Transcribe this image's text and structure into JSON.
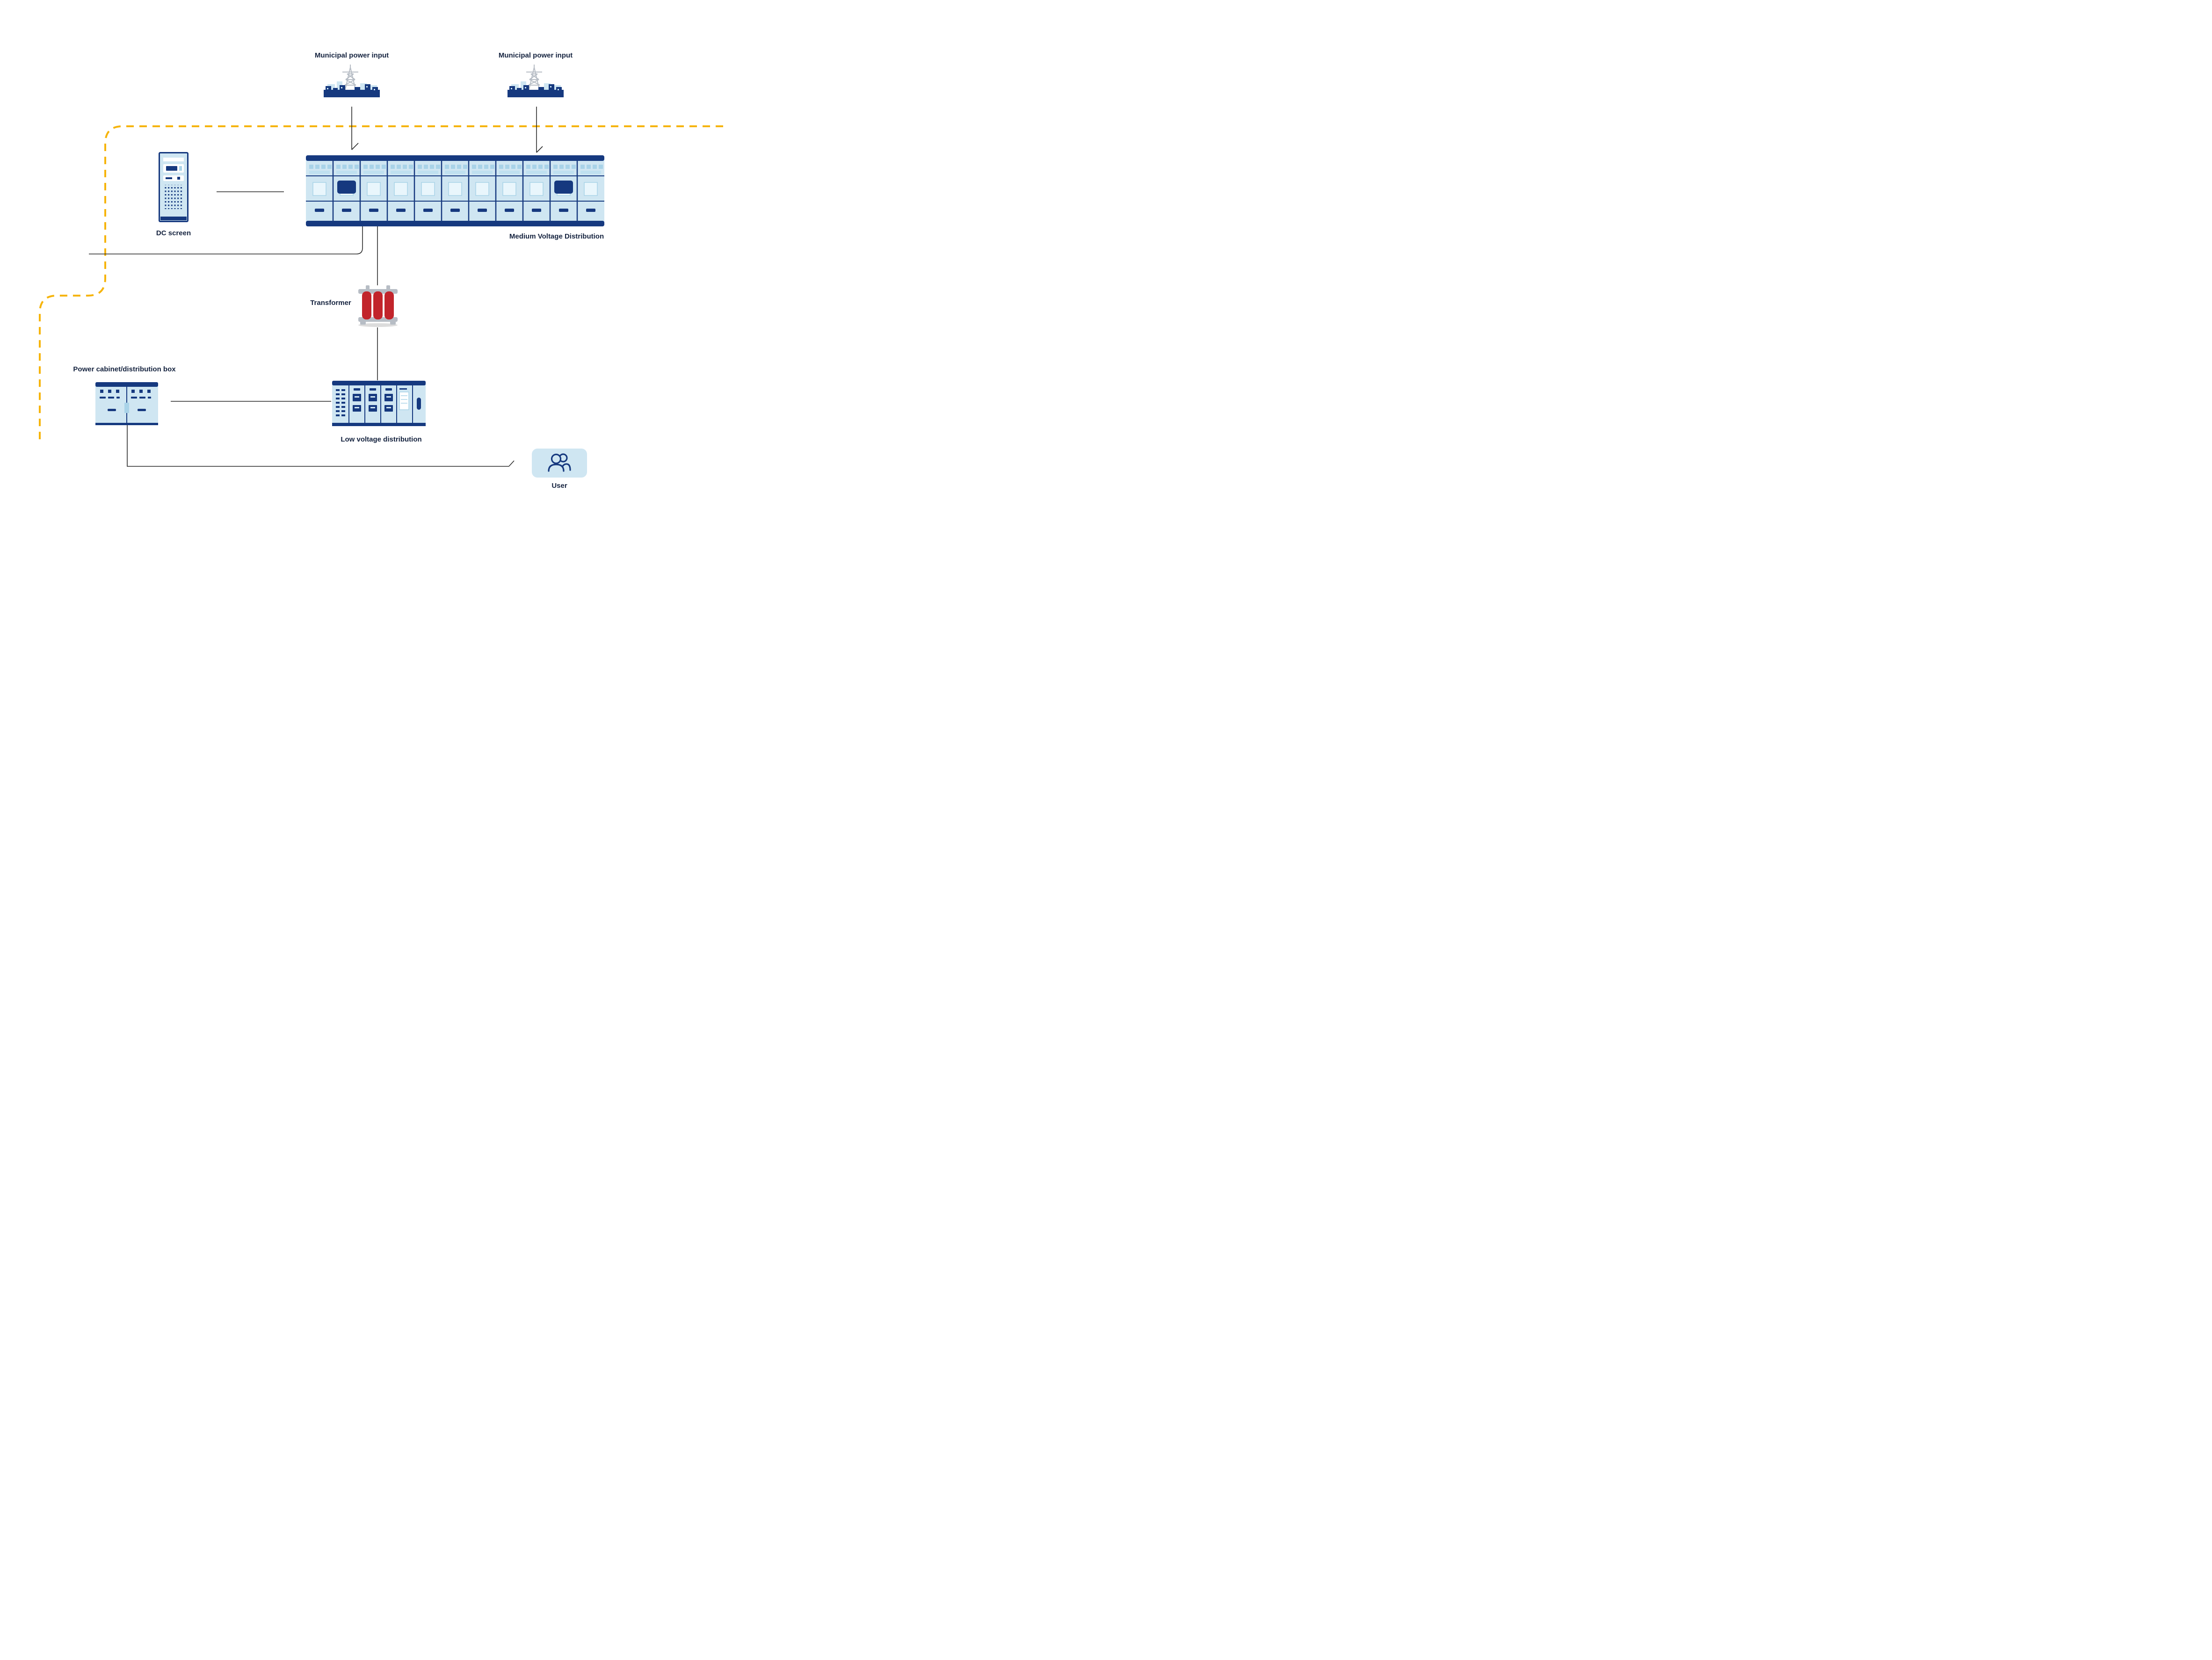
{
  "diagram_type": "power-distribution-flow",
  "nodes": {
    "municipal_power_1": {
      "label": "Municipal power input"
    },
    "municipal_power_2": {
      "label": "Municipal power input"
    },
    "dc_screen": {
      "label": "DC screen"
    },
    "mv_distribution": {
      "label": "Medium Voltage Distribution"
    },
    "transformer": {
      "label": "Transformer"
    },
    "power_cabinet": {
      "label": "Power cabinet/distribution box"
    },
    "lv_distribution": {
      "label": "Low voltage distribution"
    },
    "user": {
      "label": "User"
    }
  },
  "colors": {
    "navy": "#16397f",
    "light_blue": "#cfe6f2",
    "accent_blue": "#a9d3e8",
    "pale_blue": "#e9f6fc",
    "red": "#c2242b",
    "gray": "#b7bdc5",
    "boundary_yellow": "#f6b40a",
    "connector": "#2a2a2a",
    "text": "#15233f"
  }
}
